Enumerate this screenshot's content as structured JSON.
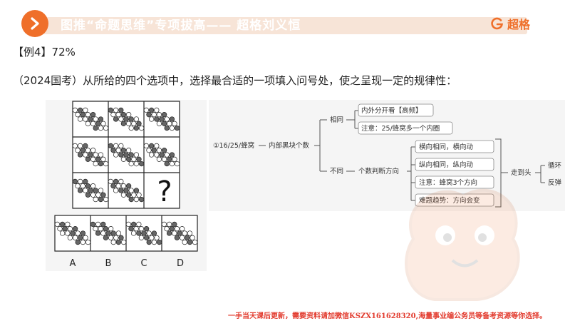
{
  "header": {
    "title": "图推“命题思维”专项拔高—— 超格刘义恒",
    "brand": "超格"
  },
  "example": {
    "label": "【例4】",
    "rate": "72%"
  },
  "question": "（2024国考）从所给的四个选项中，选择最合适的一项填入问号处，使之呈现一定的规律性：",
  "puzzle": {
    "unknown": "?",
    "options": [
      "A",
      "B",
      "C",
      "D"
    ]
  },
  "mindmap": {
    "root": "①16/25/蜂窝",
    "branch": "内部黑块个数",
    "same": "相同",
    "same_items": [
      "内外分开看【高频】",
      "注意：25/蜂窝多一个内圈"
    ],
    "diff": "不同",
    "count_dir": "个数判断方向",
    "dir_items": [
      "横向相同，横向动",
      "纵向相同，纵向动",
      "注意：蜂窝3个方向",
      "难题趋势：方向会变"
    ],
    "walk": "走到头",
    "walk_items": [
      "循环",
      "反弹"
    ]
  },
  "footer": "一手当天课后更新，需要资料请加微信KSZX161628320,海量事业编公务员等备考资源等你选择。",
  "colors": {
    "accent": "#ef6f2a",
    "header_bar": "#f7e4d7",
    "footer_text": "#e23b2e"
  }
}
